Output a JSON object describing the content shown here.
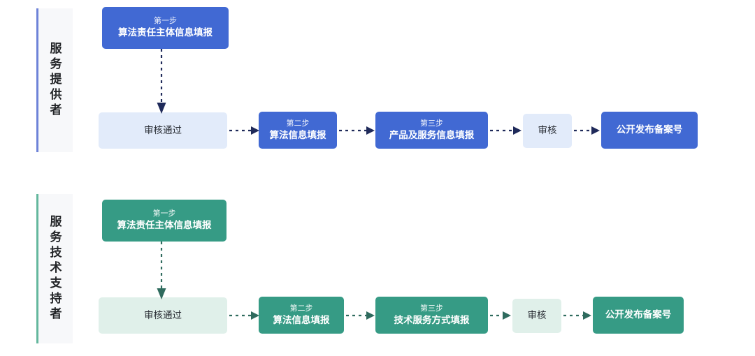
{
  "colors": {
    "blue_solid": "#4169d3",
    "blue_light": "#e2ebfa",
    "green_solid": "#369b85",
    "green_light": "#e0f0ea",
    "panel_bg": "#f7f8fa",
    "arrow_blue": "#1f2a5a",
    "arrow_green": "#2f6b5e",
    "page_bg": "#ffffff"
  },
  "rows": [
    {
      "id": "service-provider",
      "role_label": "服务提供者",
      "accent_color": "#6d82d8",
      "nodes": {
        "step1": {
          "step": "第一步",
          "title": "算法责任主体信息填报"
        },
        "approved": {
          "title": "审核通过"
        },
        "step2": {
          "step": "第二步",
          "title": "算法信息填报"
        },
        "step3": {
          "step": "第三步",
          "title": "产品及服务信息填报"
        },
        "review": {
          "title": "审核"
        },
        "publish": {
          "title": "公开发布备案号"
        }
      }
    },
    {
      "id": "service-tech-support",
      "role_label": "服务技术支持者",
      "accent_color": "#63b79d",
      "nodes": {
        "step1": {
          "step": "第一步",
          "title": "算法责任主体信息填报"
        },
        "approved": {
          "title": "审核通过"
        },
        "step2": {
          "step": "第二步",
          "title": "算法信息填报"
        },
        "step3": {
          "step": "第三步",
          "title": "技术服务方式填报"
        },
        "review": {
          "title": "审核"
        },
        "publish": {
          "title": "公开发布备案号"
        }
      }
    }
  ]
}
